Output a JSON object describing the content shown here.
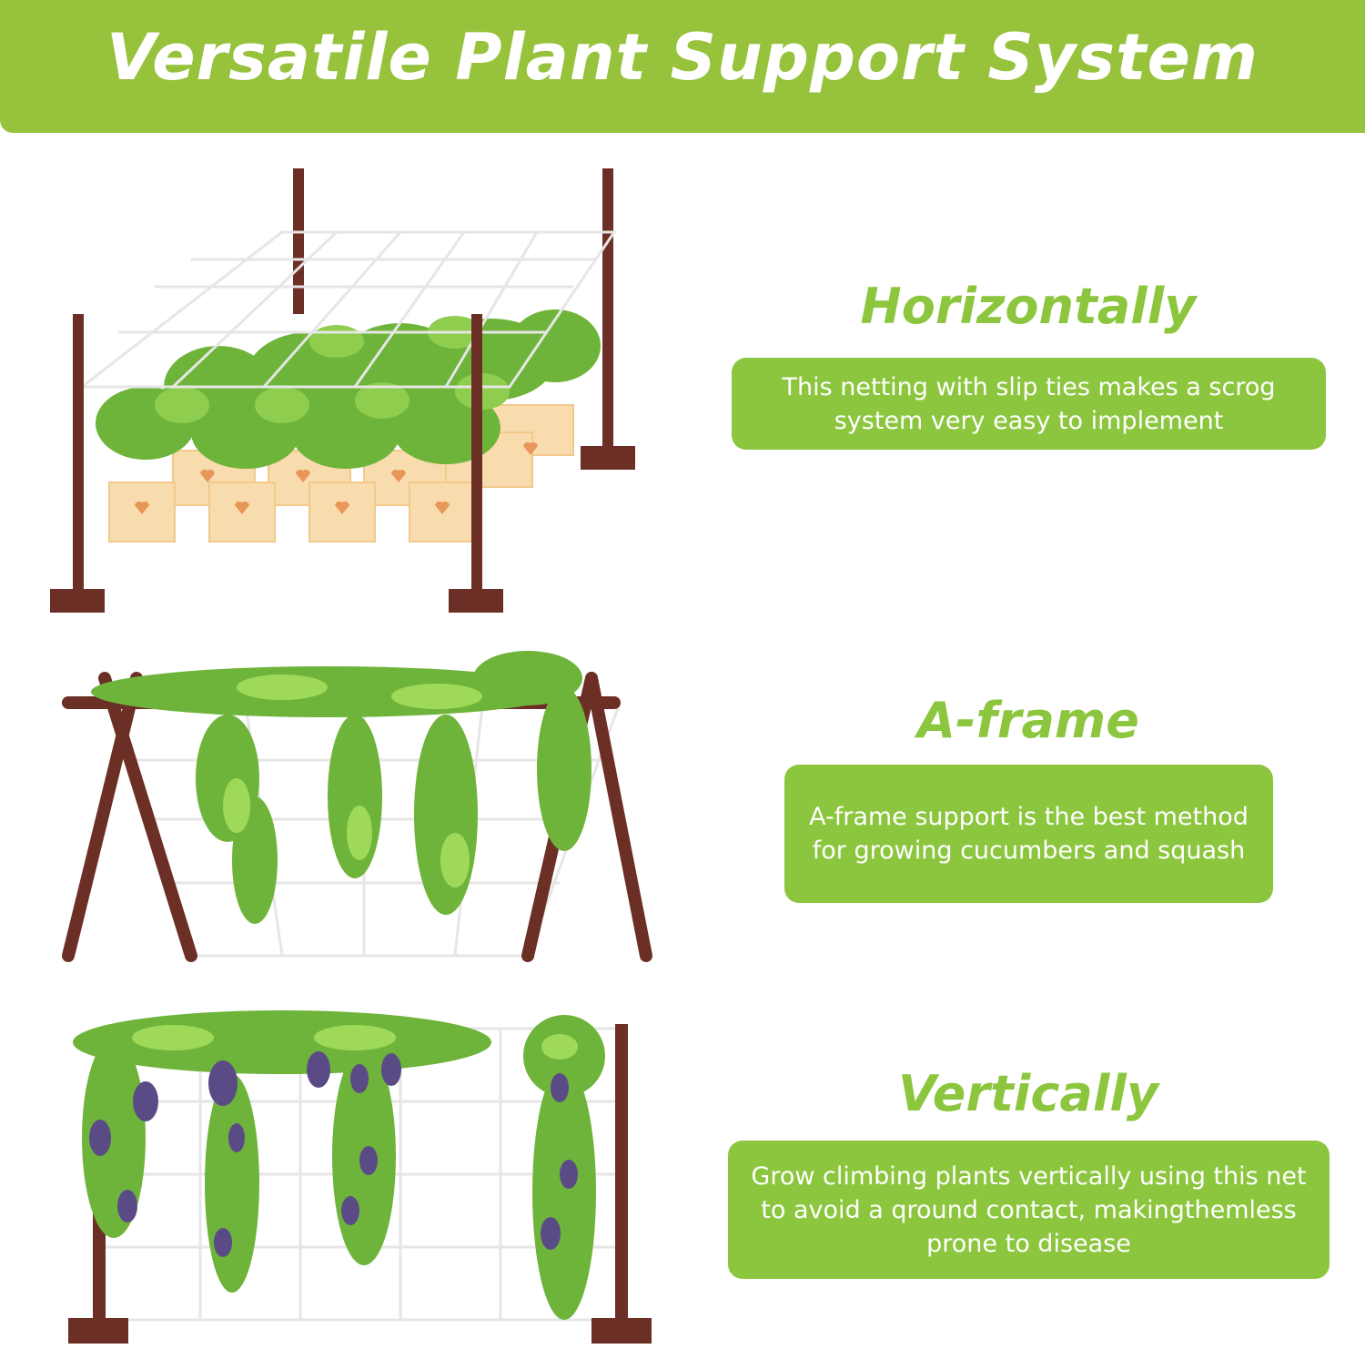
{
  "banner": {
    "title": "Versatile Plant Support System"
  },
  "sections": [
    {
      "heading": "Horizontally",
      "description": "This netting with slip ties makes a scrog system very easy to implement"
    },
    {
      "heading": "A-frame",
      "description": "A-frame support is the best method for growing cucumbers and squash"
    },
    {
      "heading": "Vertically",
      "description": "Grow climbing plants vertically using this net to avoid a qround contact, makingthemless prone to disease"
    }
  ],
  "colors": {
    "accent": "#8cc63e",
    "banner": "#96c23c",
    "post": "#6b2f25",
    "leaf": "#6fb43a",
    "pot": "#f9dcae",
    "grape": "#5a4b86"
  }
}
